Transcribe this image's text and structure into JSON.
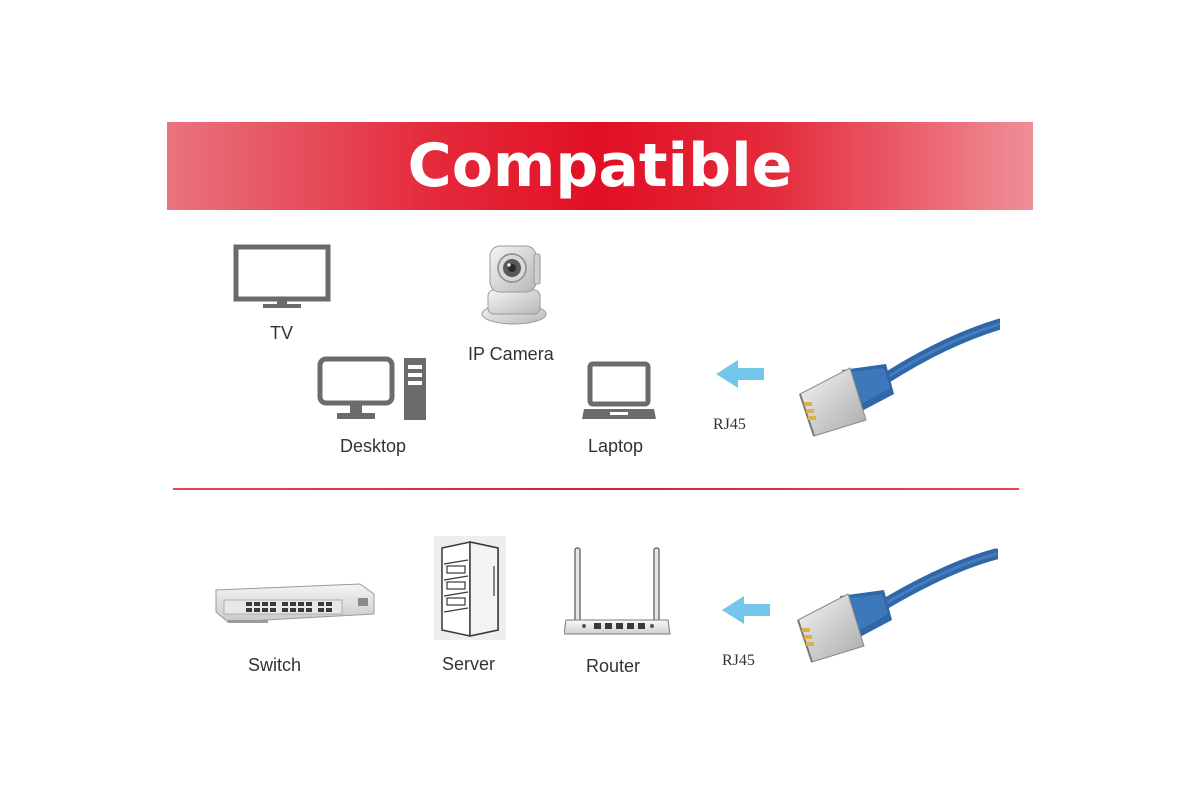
{
  "banner": {
    "title": "Compatible"
  },
  "top_section": {
    "devices": [
      {
        "label": "TV",
        "icon": "tv-icon"
      },
      {
        "label": "IP Camera",
        "icon": "ip-camera-icon"
      },
      {
        "label": "Desktop",
        "icon": "desktop-icon"
      },
      {
        "label": "Laptop",
        "icon": "laptop-icon"
      }
    ],
    "connector_label": "RJ45"
  },
  "bottom_section": {
    "devices": [
      {
        "label": "Switch",
        "icon": "switch-icon"
      },
      {
        "label": "Server",
        "icon": "server-icon"
      },
      {
        "label": "Router",
        "icon": "router-icon"
      }
    ],
    "connector_label": "RJ45"
  },
  "colors": {
    "banner_red": "#e20f24",
    "arrow_blue": "#74c6ea",
    "cable_blue": "#2f67a8",
    "icon_gray": "#6b6b6b"
  }
}
